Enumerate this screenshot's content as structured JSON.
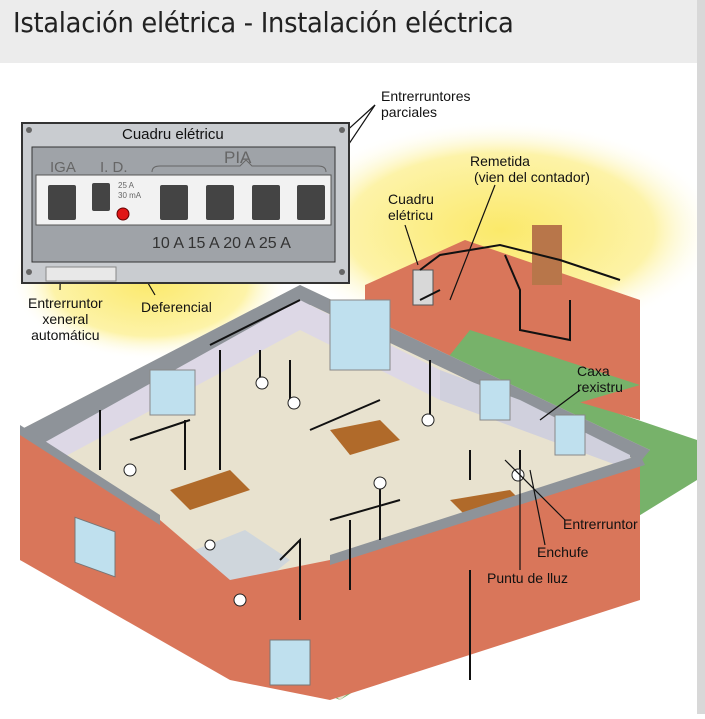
{
  "header": {
    "title": "Istalación elétrica - Instalación eléctrica"
  },
  "panel": {
    "title": "Cuadru elétricu",
    "iga": "IGA",
    "id": "I. D.",
    "pia": "PIA",
    "id_rating_1": "25 A",
    "id_rating_2": "30 mA",
    "pia_ratings": [
      "10 A",
      "15 A",
      "20 A",
      "25 A"
    ]
  },
  "labels": {
    "parciales_1": "Entrerruntores",
    "parciales_2": "parciales",
    "remetida_1": "Remetida",
    "remetida_2": "(vien del contador)",
    "cuadru_1": "Cuadru",
    "cuadru_2": "elétricu",
    "iga_1": "Entrerruntor",
    "iga_2": "xeneral",
    "iga_3": "automáticu",
    "deferencial": "Deferencial",
    "caxa_1": "Caxa",
    "caxa_2": "rexistru",
    "entrerruntor": "Entrerruntor",
    "enchufe": "Enchufe",
    "puntu": "Puntu de lluz"
  },
  "colors": {
    "wall": "#d9765a",
    "wall_top": "#8e9399",
    "floor": "#e8e2cf",
    "grass": "#77b26a",
    "glow": "#fbe96a",
    "panel": "#c9ccd0"
  }
}
